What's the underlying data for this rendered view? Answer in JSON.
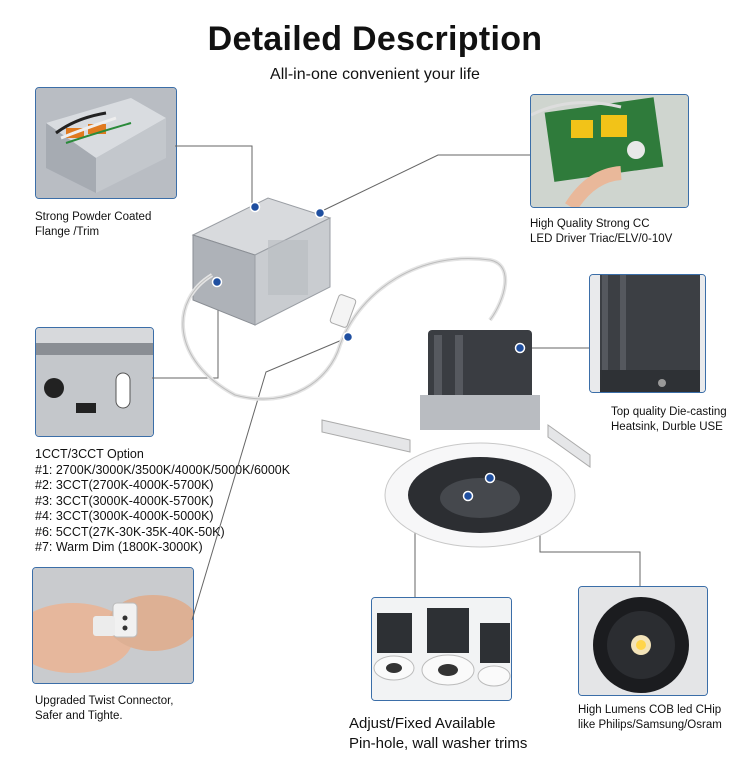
{
  "header": {
    "title": "Detailed Description",
    "subtitle": "All-in-one convenient your life"
  },
  "captions": {
    "flange": [
      "Strong Powder Coated",
      "Flange /Trim"
    ],
    "driver": [
      "High Quality Strong CC",
      "LED Driver Triac/ELV/0-10V"
    ],
    "heatsink": [
      "Top quality Die-casting",
      "Heatsink, Durble USE"
    ],
    "connector": [
      "Upgraded Twist Connector,",
      "Safer and Tighte."
    ],
    "trims": [
      "Adjust/Fixed Available",
      "Pin-hole, wall washer trims"
    ],
    "cob": [
      "High Lumens COB led CHip",
      "like Philips/Samsung/Osram"
    ]
  },
  "cct_options": [
    "1CCT/3CCT Option",
    "#1: 2700K/3000K/3500K/4000K/5000K/6000K",
    "#2: 3CCT(2700K-4000K-5700K)",
    "#3: 3CCT(3000K-4000K-5700K)",
    "#4: 3CCT(3000K-4000K-5000K)",
    "#6: 5CCT(27K-30K-35K-40K-50K)",
    "#7: Warm Dim (1800K-3000K)"
  ],
  "colors": {
    "accent": "#1f4fa0",
    "border": "#3b6ea8",
    "line": "#666666"
  }
}
